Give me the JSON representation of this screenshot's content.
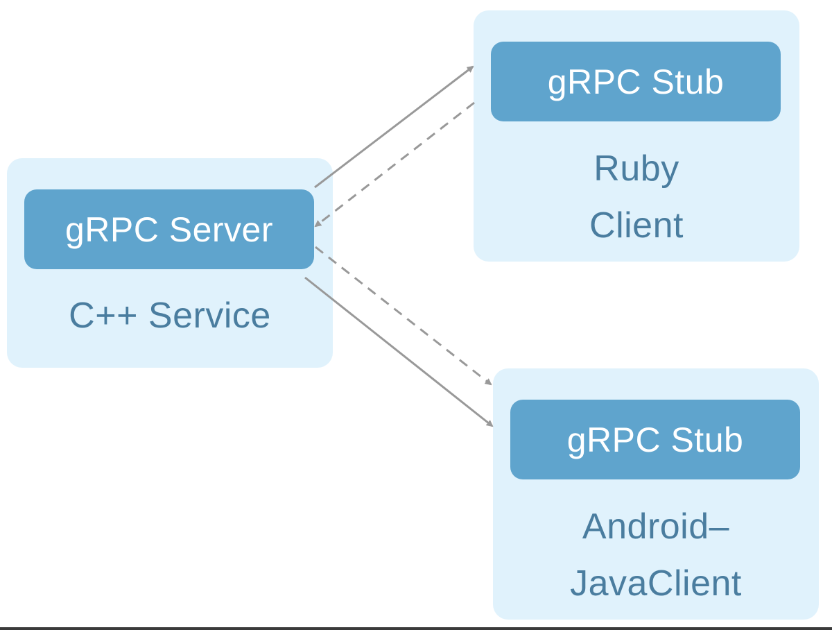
{
  "server": {
    "node_label": "gRPC Server",
    "caption": "C++ Service"
  },
  "ruby_client": {
    "node_label": "gRPC Stub",
    "caption_line1": "Ruby",
    "caption_line2": "Client"
  },
  "android_client": {
    "node_label": "gRPC Stub",
    "caption_line1": "Android–",
    "caption_line2": "JavaClient"
  },
  "colors": {
    "panel_bg": "#e0f2fc",
    "pill_bg": "#5fa4cd",
    "pill_text": "#ffffff",
    "caption_text": "#4a7d9f",
    "arrow": "#999999"
  },
  "connections": [
    {
      "from": "server",
      "to": "ruby_client",
      "style": "solid",
      "meaning": "request"
    },
    {
      "from": "ruby_client",
      "to": "server",
      "style": "dashed",
      "meaning": "response"
    },
    {
      "from": "server",
      "to": "android_client",
      "style": "dashed",
      "meaning": "response"
    },
    {
      "from": "server",
      "to": "android_client",
      "style": "solid",
      "meaning": "request"
    }
  ]
}
